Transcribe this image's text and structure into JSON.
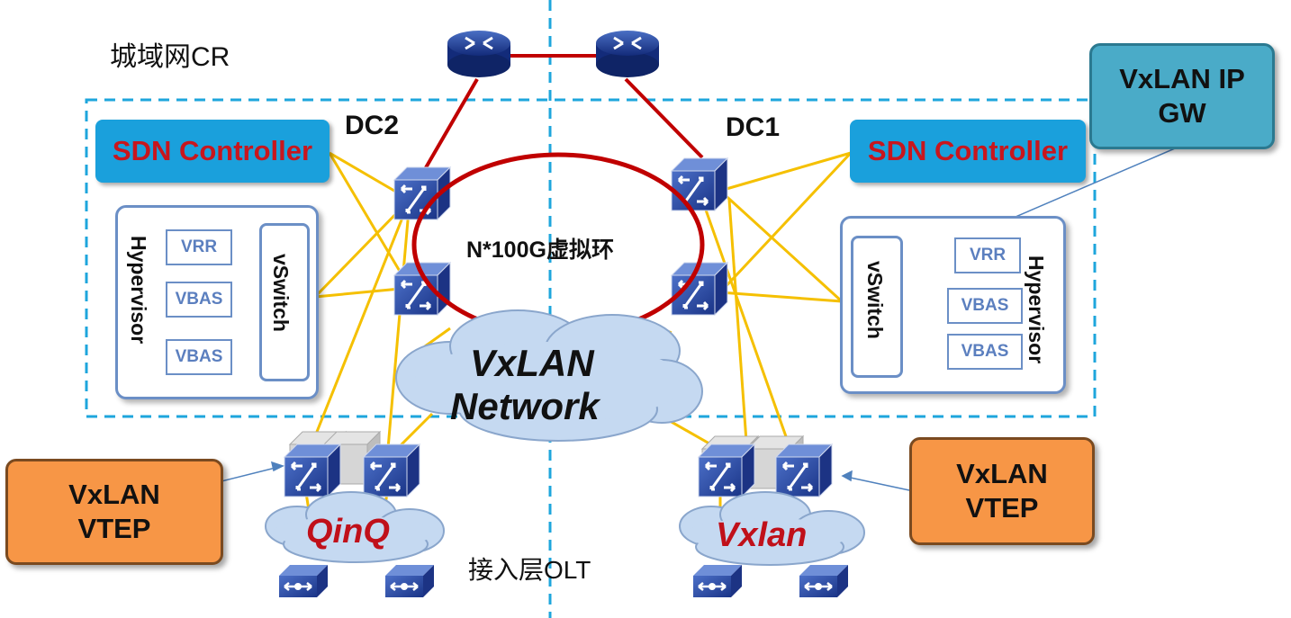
{
  "labels": {
    "metro_cr": "城域网CR",
    "dc2": "DC2",
    "dc1": "DC1",
    "ring": "N*100G虚拟环",
    "cloud_main_line1": "VxLAN",
    "cloud_main_line2": "Network",
    "access_layer": "接入层OLT",
    "cloud_left": "QinQ",
    "cloud_right": "Vxlan"
  },
  "dc2": {
    "sdn_controller": "SDN Controller",
    "hypervisor": "Hyperviso r",
    "vswitch": "vSwitch",
    "vms": [
      "VRR",
      "VBAS",
      "VBAS"
    ]
  },
  "dc1": {
    "sdn_controller": "SDN Controller",
    "hypervisor": "Hypervisor",
    "vswitch": "vSwitch",
    "vms": [
      "VRR",
      "VBAS",
      "VBAS"
    ]
  },
  "callouts": {
    "ip_gw_line1": "VxLAN IP",
    "ip_gw_line2": "GW",
    "vtep_left_line1": "VxLAN",
    "vtep_left_line2": "VTEP",
    "vtep_right_line1": "VxLAN",
    "vtep_right_line2": "VTEP"
  },
  "colors": {
    "link_yellow": "#f5c000",
    "link_red": "#c00000",
    "dashed_blue": "#1ea6dc",
    "sdn_bg": "#1aa0dc",
    "sdn_text": "#c8161d",
    "gw_callout": "#4aabc8",
    "vtep_callout": "#f79646",
    "cloud_fill": "#c5d9f1",
    "device_blue": "#22409a"
  }
}
